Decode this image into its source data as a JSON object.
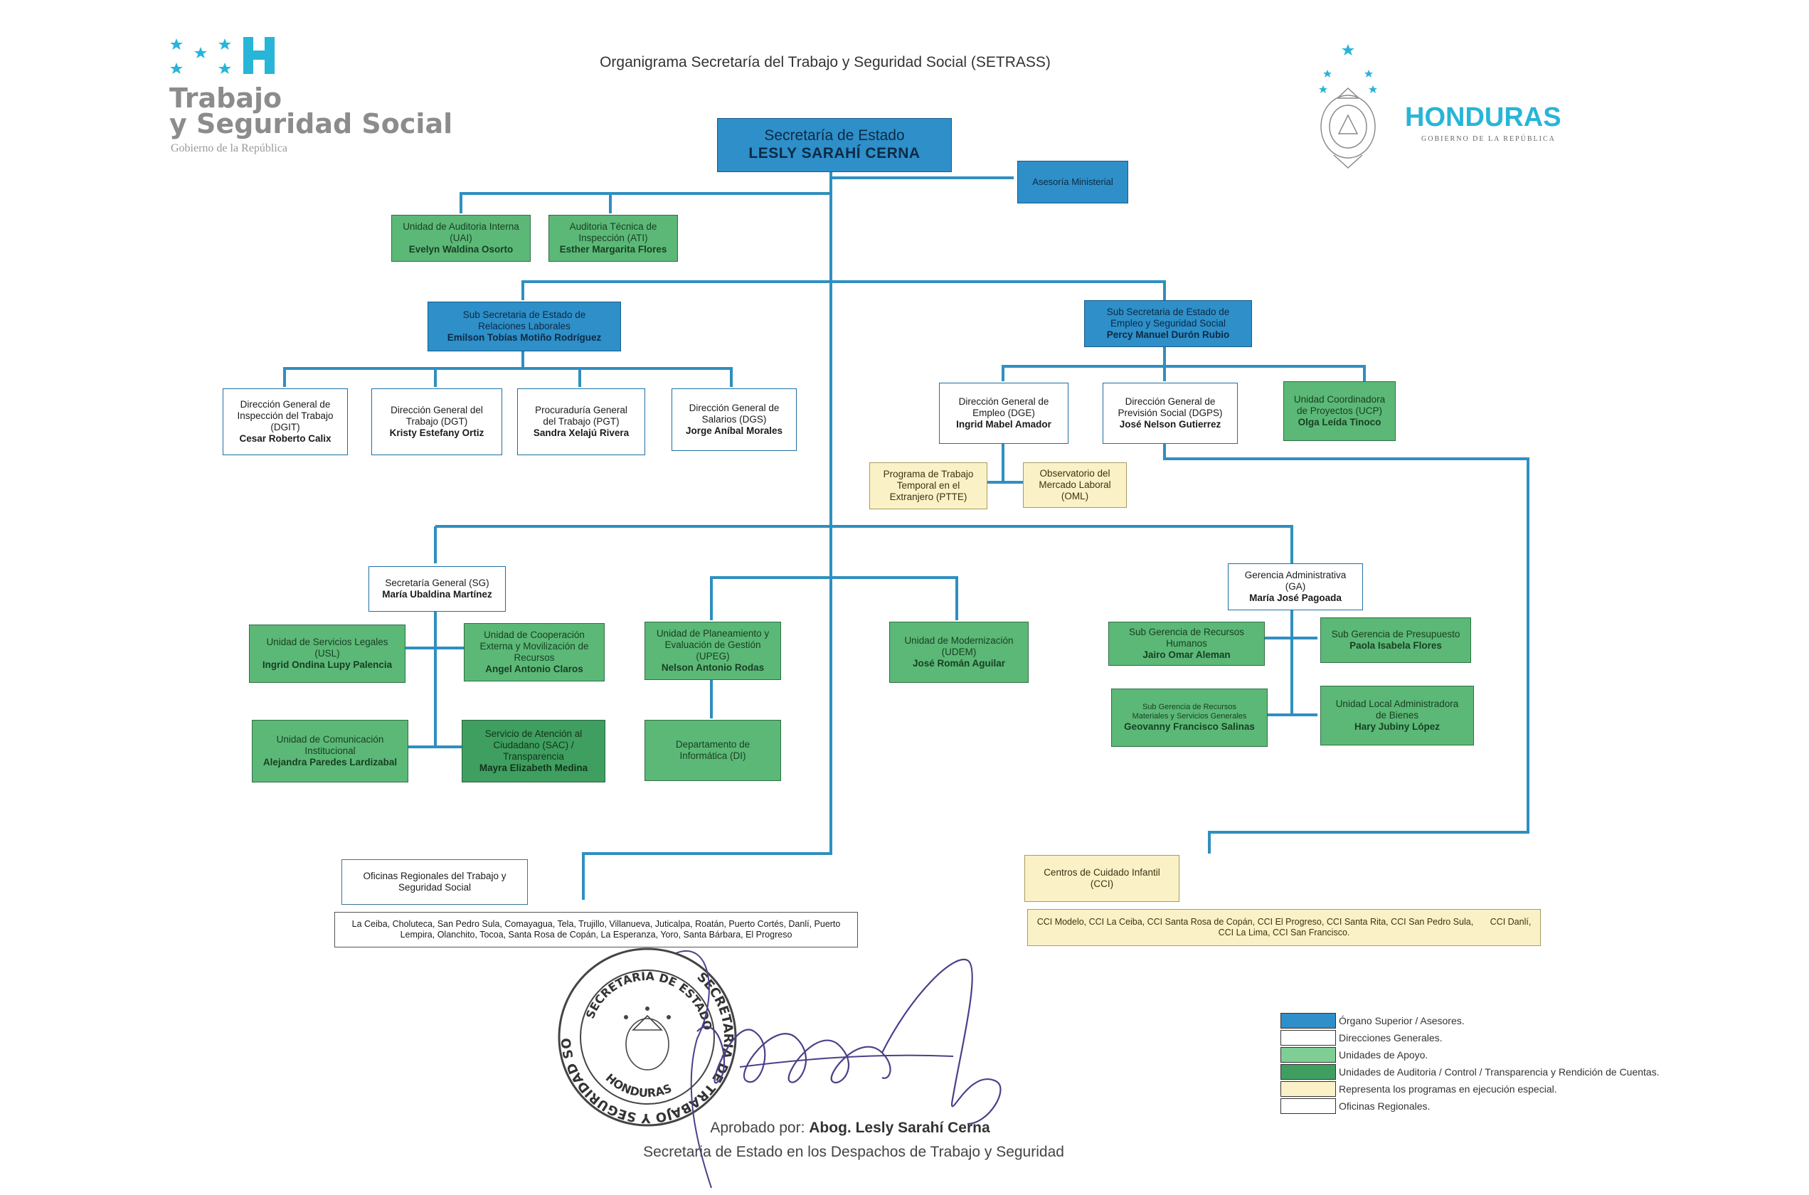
{
  "logo_left": {
    "line1": "Trabajo",
    "line2": "y Seguridad Social",
    "line3": "Gobierno de la República"
  },
  "logo_right": {
    "name": "HONDURAS",
    "sub": "GOBIERNO DE LA REPÚBLICA"
  },
  "title": "Organigrama Secretaría del Trabajo y Seguridad Social (SETRASS)",
  "nodes": {
    "secretaria": {
      "l1": "Secretaría de Estado",
      "l2": "LESLY SARAHÍ CERNA"
    },
    "asesoria": {
      "l1": "Asesoría Ministerial"
    },
    "uai": {
      "l1": "Unidad de Auditoria Interna",
      "l2": "(UAI)",
      "name": "Evelyn Waldina Osorto"
    },
    "ati": {
      "l1": "Auditoria Técnica de",
      "l2": "Inspección (ATI)",
      "name": "Esther Margarita Flores"
    },
    "ssrl": {
      "l1": "Sub Secretaria de Estado de",
      "l2": "Relaciones Laborales",
      "name": "Emilson Tobías Motiño Rodríguez"
    },
    "ssess": {
      "l1": "Sub Secretaria de Estado de",
      "l2": "Empleo y Seguridad Social",
      "name": "Percy Manuel Durón Rubio"
    },
    "dgit": {
      "l1": "Dirección General de",
      "l2": "Inspección del Trabajo",
      "l3": "(DGIT)",
      "name": "Cesar Roberto Calix"
    },
    "dgt": {
      "l1": "Dirección General del",
      "l2": "Trabajo (DGT)",
      "name": "Kristy Estefany Ortiz"
    },
    "pgt": {
      "l1": "Procuraduría General",
      "l2": "del Trabajo (PGT)",
      "name": "Sandra Xelajú Rivera"
    },
    "dgs": {
      "l1": "Dirección General de",
      "l2": "Salarios (DGS)",
      "name": "Jorge Aníbal Morales"
    },
    "dge": {
      "l1": "Dirección General de",
      "l2": "Empleo (DGE)",
      "name": "Ingrid Mabel Amador"
    },
    "dgps": {
      "l1": "Dirección General de",
      "l2": "Previsión Social (DGPS)",
      "name": "José Nelson Gutierrez"
    },
    "ucp": {
      "l1": "Unidad Coordinadora",
      "l2": "de Proyectos (UCP)",
      "name": "Olga Leída Tinoco"
    },
    "ptte": {
      "l1": "Programa de Trabajo",
      "l2": "Temporal en el",
      "l3": "Extranjero (PTTE)"
    },
    "oml": {
      "l1": "Observatorio del",
      "l2": "Mercado Laboral",
      "l3": "(OML)"
    },
    "sg": {
      "l1": "Secretaría General (SG)",
      "name": "María Ubaldina Martínez"
    },
    "usl": {
      "l1": "Unidad de Servicios Legales",
      "l2": "(USL)",
      "name": "Ingrid Ondina Lupy Palencia"
    },
    "ucemr": {
      "l1": "Unidad de Cooperación",
      "l2": "Externa y Movilización de",
      "l3": "Recursos",
      "name": "Angel Antonio Claros"
    },
    "uci": {
      "l1": "Unidad de Comunicación",
      "l2": "Institucional",
      "name": "Alejandra Paredes Lardizabal"
    },
    "sac": {
      "l1": "Servicio de Atención al",
      "l2": "Ciudadano (SAC) /",
      "l3": "Transparencia",
      "name": "Mayra Elizabeth Medina"
    },
    "upeg": {
      "l1": "Unidad de Planeamiento y",
      "l2": "Evaluación de Gestión",
      "l3": "(UPEG)",
      "name": "Nelson Antonio Rodas"
    },
    "di": {
      "l1": "Departamento de",
      "l2": "Informática (DI)"
    },
    "udem": {
      "l1": "Unidad de Modernización",
      "l2": "(UDEM)",
      "name": "José Román Aguilar"
    },
    "ga": {
      "l1": "Gerencia Administrativa",
      "l2": "(GA)",
      "name": "María José Pagoada"
    },
    "sgrh": {
      "l1": "Sub Gerencia de Recursos",
      "l2": "Humanos",
      "name": "Jairo Omar Aleman"
    },
    "sgp": {
      "l1": "Sub Gerencia de Presupuesto",
      "name": "Paola Isabela Flores"
    },
    "sgrm": {
      "l1": "Sub Gerencia de Recursos",
      "l2": "Materiales y Servicios Generales",
      "name": "Geovanny Francisco Salinas"
    },
    "ulab": {
      "l1": "Unidad Local Administradora",
      "l2": "de Bienes",
      "name": "Hary Jubiny López"
    },
    "regionales": {
      "l1": "Oficinas Regionales del Trabajo y",
      "l2": "Seguridad Social"
    },
    "regionales_list": {
      "l1": "La Ceiba, Choluteca, San Pedro Sula, Comayagua, Tela, Trujillo, Villanueva, Juticalpa, Roatán, Puerto Cortés, Danlí, Puerto",
      "l2": "Lempira, Olanchito, Tocoa, Santa Rosa de Copán, La Esperanza, Yoro, Santa Bárbara, El Progreso"
    },
    "cci": {
      "l1": "Centros de Cuidado Infantil",
      "l2": "(CCI)"
    },
    "cci_list": {
      "l1": "CCI Modelo, CCI La Ceiba, CCI Santa Rosa de Copán, CCI El Progreso, CCI Santa Rita, CCI San Pedro Sula,",
      "l1b": "CCI Danlí,",
      "l2": "CCI La Lima, CCI San Francisco."
    }
  },
  "seal": {
    "outer": "SECRETARÍA DE TRABAJO Y SEGURIDAD SOCIAL",
    "inner": "SECRETARÍA DE ESTADO",
    "bottom": "HONDURAS"
  },
  "approval": {
    "prefix": "Aprobado por: ",
    "name": "Abog. Lesly Sarahí Cerna",
    "role": "Secretaria de Estado en los Despachos de Trabajo y Seguridad"
  },
  "legend": [
    {
      "label": "Órgano Superior / Asesores.",
      "color": "#2e8fc9"
    },
    {
      "label": "Direcciones Generales.",
      "color": "#ffffff"
    },
    {
      "label": "Unidades de Apoyo.",
      "color": "#7fcf94"
    },
    {
      "label": "Unidades de Auditoria / Control / Transparencia y Rendición de Cuentas.",
      "color": "#3f9f60"
    },
    {
      "label": "Representa los programas en ejecución especial.",
      "color": "#fbf1c6"
    },
    {
      "label": "Oficinas Regionales.",
      "color": "#ffffff"
    }
  ],
  "colors": {
    "connector": "#2f8fc0",
    "blue_box": "#2e8fc9",
    "green_box": "#5cb877",
    "dark_green_box": "#3f9f60",
    "cream_box": "#fbf1c6",
    "accent_logo": "#27b5d8"
  }
}
